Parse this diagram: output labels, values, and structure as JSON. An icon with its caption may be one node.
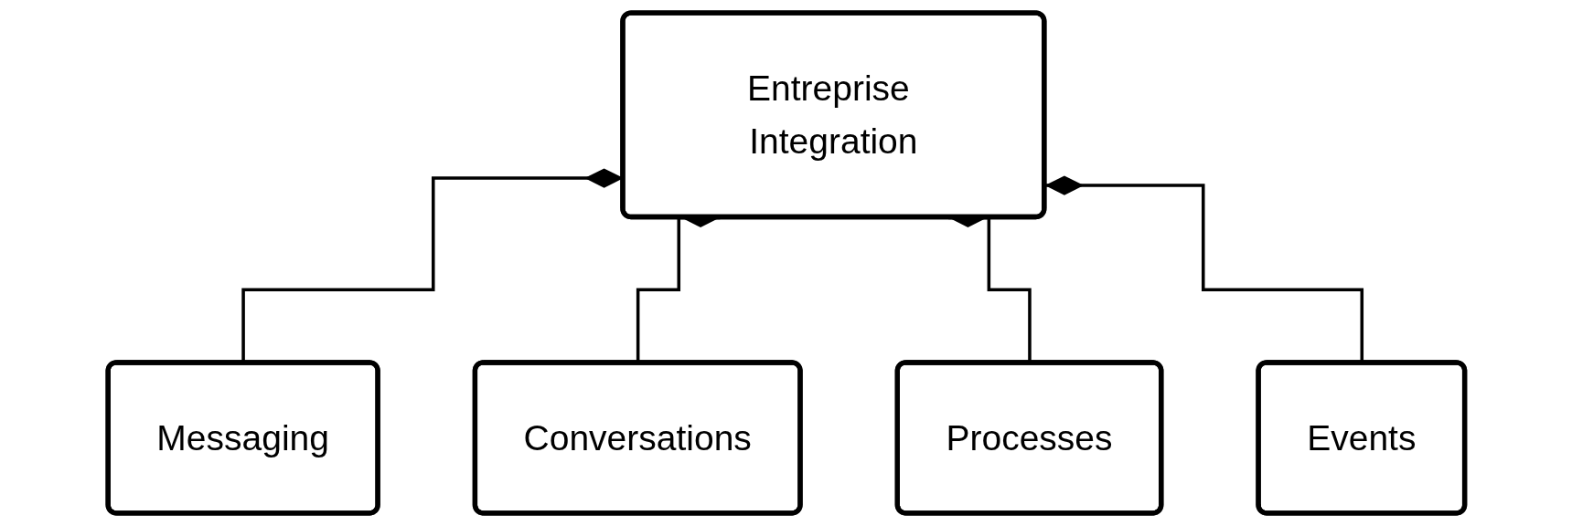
{
  "diagram": {
    "nodes": [
      {
        "text": [
          "Entreprise Integration"
        ]
      },
      {
        "text": [
          "Messaging"
        ]
      },
      {
        "text": [
          "Conversations"
        ]
      },
      {
        "text": [
          "Processes"
        ]
      },
      {
        "text": [
          "Events"
        ]
      }
    ],
    "edges": [
      {
        "from": 0,
        "to": 1,
        "arrow": "other"
      },
      {
        "from": 0,
        "to": 2,
        "arrow": "other"
      },
      {
        "from": 0,
        "to": 3,
        "arrow": "other"
      },
      {
        "from": 0,
        "to": 4,
        "arrow": "other"
      }
    ]
  }
}
